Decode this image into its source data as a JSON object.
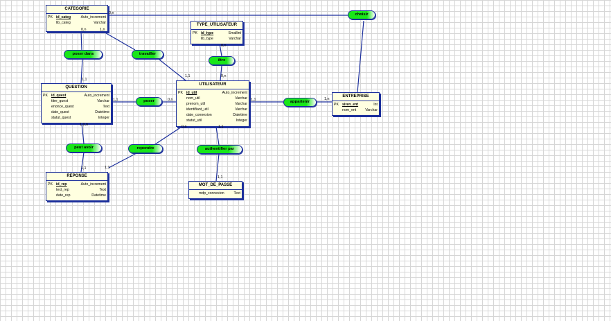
{
  "entities": {
    "categorie": {
      "name": "CATEGORIE",
      "attributes": [
        {
          "pk": "PK",
          "name": "id_categ",
          "type": "Auto_increment",
          "key": true
        },
        {
          "pk": "",
          "name": "lib_categ",
          "type": "Varchar",
          "key": false
        }
      ]
    },
    "type_utilisateur": {
      "name": "TYPE_UTILISATEUR",
      "attributes": [
        {
          "pk": "PK",
          "name": "id_type",
          "type": "Smallint",
          "key": true
        },
        {
          "pk": "",
          "name": "lib_type",
          "type": "Varchar",
          "key": false
        }
      ]
    },
    "question": {
      "name": "QUESTION",
      "attributes": [
        {
          "pk": "PK",
          "name": "id_quest",
          "type": "Auto_increment",
          "key": true
        },
        {
          "pk": "",
          "name": "titre_quest",
          "type": "Varchar",
          "key": false
        },
        {
          "pk": "",
          "name": "enonce_quest",
          "type": "Text",
          "key": false
        },
        {
          "pk": "",
          "name": "date_quest",
          "type": "Datetime",
          "key": false
        },
        {
          "pk": "",
          "name": "statut_quest",
          "type": "Integer",
          "key": false
        }
      ]
    },
    "utilisateur": {
      "name": "UTILISATEUR",
      "attributes": [
        {
          "pk": "PK",
          "name": "id_util",
          "type": "Auto_increment",
          "key": true
        },
        {
          "pk": "",
          "name": "nom_util",
          "type": "Varchar",
          "key": false
        },
        {
          "pk": "",
          "name": "prenom_util",
          "type": "Varchar",
          "key": false
        },
        {
          "pk": "",
          "name": "identifiant_util",
          "type": "Varchar",
          "key": false
        },
        {
          "pk": "",
          "name": "date_connexion",
          "type": "Datetime",
          "key": false
        },
        {
          "pk": "",
          "name": "statut_util",
          "type": "Integer",
          "key": false
        }
      ]
    },
    "entreprise": {
      "name": "ENTREPRISE",
      "attributes": [
        {
          "pk": "PK",
          "name": "siren_ent",
          "type": "Int",
          "key": true
        },
        {
          "pk": "",
          "name": "nom_ent",
          "type": "Varchar",
          "key": false
        }
      ]
    },
    "reponse": {
      "name": "REPONSE",
      "attributes": [
        {
          "pk": "PK",
          "name": "id_rep",
          "type": "Auto_increment",
          "key": true
        },
        {
          "pk": "",
          "name": "text_rep",
          "type": "Text",
          "key": false
        },
        {
          "pk": "",
          "name": "date_rep",
          "type": "Datetime",
          "key": false
        }
      ]
    },
    "mot_de_passe": {
      "name": "MOT_DE_PASSE",
      "attributes": [
        {
          "pk": "",
          "name": "mdp_connexion",
          "type": "Text",
          "key": false
        }
      ]
    }
  },
  "associations": {
    "choisir": "choisir",
    "poser_dans": "poser dans",
    "travailler": "travailler",
    "etre": "être",
    "poser": "poser",
    "appartenir": "appartenir",
    "peut_avoir": "peut avoir",
    "repondre": "repondre",
    "authentifier_par": "authentifier par"
  },
  "cardinalities": {
    "categorie_choisir": "0,n",
    "categorie_poser_dans": "0,n",
    "categorie_travailler": "1,n",
    "question_poser_dans": "1,1",
    "utilisateur_travailler": "1,1",
    "type_etre": "0,n",
    "utilisateur_etre": "0,n",
    "question_poser": "1,1",
    "utilisateur_poser": "0,n",
    "utilisateur_appartenir": "1,1",
    "entreprise_appartenir": "1,n",
    "question_peut_avoir": "1,0,n",
    "reponse_peut_avoir": "1,1",
    "utilisateur_repondre": "0,n",
    "reponse_repondre": "1,1",
    "utilisateur_authentifier": "1,1",
    "mdp_authentifier": "1,1"
  },
  "colors": {
    "line": "#1c2f9c",
    "entity_fill": "#ffffe0",
    "association_fill": "#19e619"
  }
}
